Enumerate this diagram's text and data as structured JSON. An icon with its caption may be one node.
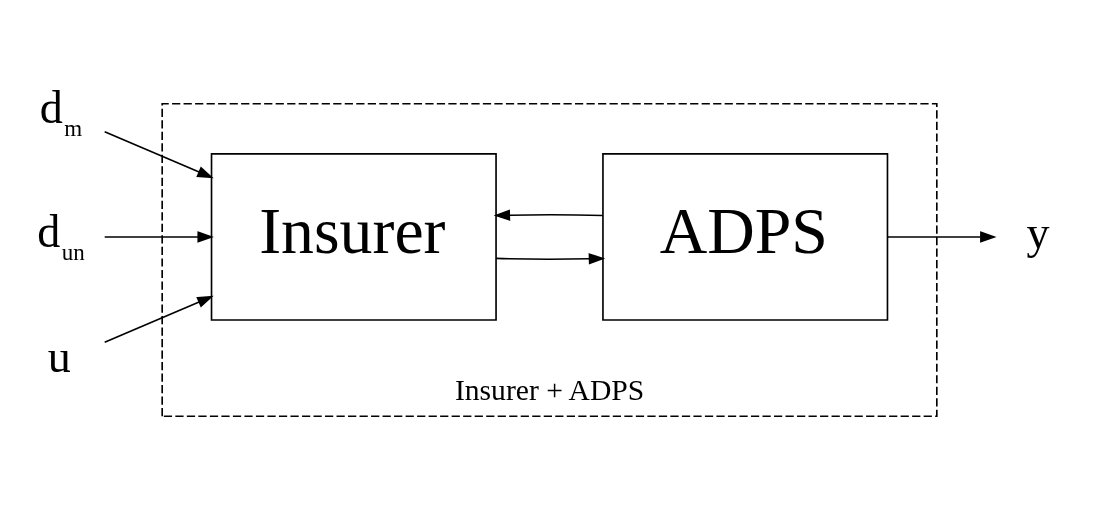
{
  "diagram": {
    "nodes": [
      {
        "text": [
          "d$_{m}$"
        ]
      },
      {
        "text": [
          "d$_{un}$"
        ]
      },
      {
        "text": [
          "Insurer + ADPS"
        ]
      },
      {
        "text": [
          "Insurer"
        ],
        "in": 2
      },
      {
        "text": [
          "ADPS"
        ],
        "in": 2
      },
      {
        "text": [
          "u"
        ]
      },
      {
        "text": [
          "y"
        ]
      }
    ],
    "edges": [
      {
        "from": 0,
        "to": 3,
        "arrow": "to"
      },
      {
        "from": 1,
        "to": 3,
        "arrow": "to"
      },
      {
        "from": 5,
        "to": 3,
        "arrow": "to"
      },
      {
        "from": 3,
        "to": 4,
        "arrow": "to"
      },
      {
        "from": 4,
        "to": 6,
        "arrow": "to"
      },
      {
        "from": 4,
        "to": 3,
        "arrow": "to"
      }
    ]
  }
}
